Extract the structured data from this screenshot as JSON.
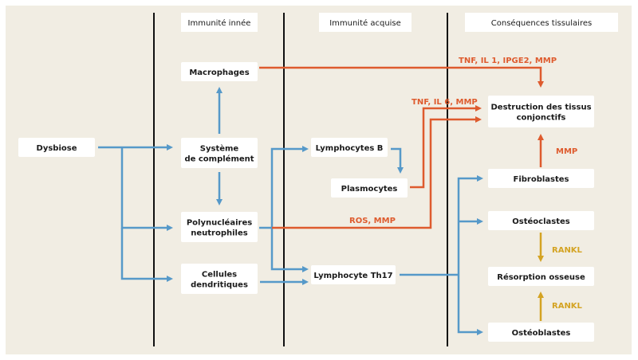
{
  "colors": {
    "background": "#f1ede3",
    "box": "#ffffff",
    "divider": "#111111",
    "activation": "#5699c9",
    "destruction": "#de5b2e",
    "rankl": "#d4a322"
  },
  "columns": {
    "innate": "Immunité innée",
    "acquired": "Immunité acquise",
    "consequences": "Conséquences tissulaires"
  },
  "nodes": {
    "dysbiose": [
      "Dysbiose"
    ],
    "macrophages": [
      "Macrophages"
    ],
    "complement": [
      "Système",
      "de complément"
    ],
    "neutrophiles": [
      "Polynucléaires",
      "neutrophiles"
    ],
    "dendritiques": [
      "Cellules",
      "dendritiques"
    ],
    "lymphob": [
      "Lymphocytes B"
    ],
    "plasmocytes": [
      "Plasmocytes"
    ],
    "th17": [
      "Lymphocyte Th17"
    ],
    "destruction": [
      "Destruction des tissus",
      "conjonctifs"
    ],
    "fibroblastes": [
      "Fibroblastes"
    ],
    "osteoclastes": [
      "Ostéoclastes"
    ],
    "resorption": [
      "Résorption osseuse"
    ],
    "osteoblastes": [
      "Ostéoblastes"
    ]
  },
  "edge_labels": {
    "macrophages_mediators": "TNF, IL 1, IPGE2, MMP",
    "plasmocytes_mediators": "TNF, IL 6, MMP",
    "neutrophiles_mediators": "ROS, MMP",
    "fibroblastes_mediators": "MMP",
    "osteoclastes_rankl": "RANKL",
    "osteoblastes_rankl": "RANKL"
  }
}
